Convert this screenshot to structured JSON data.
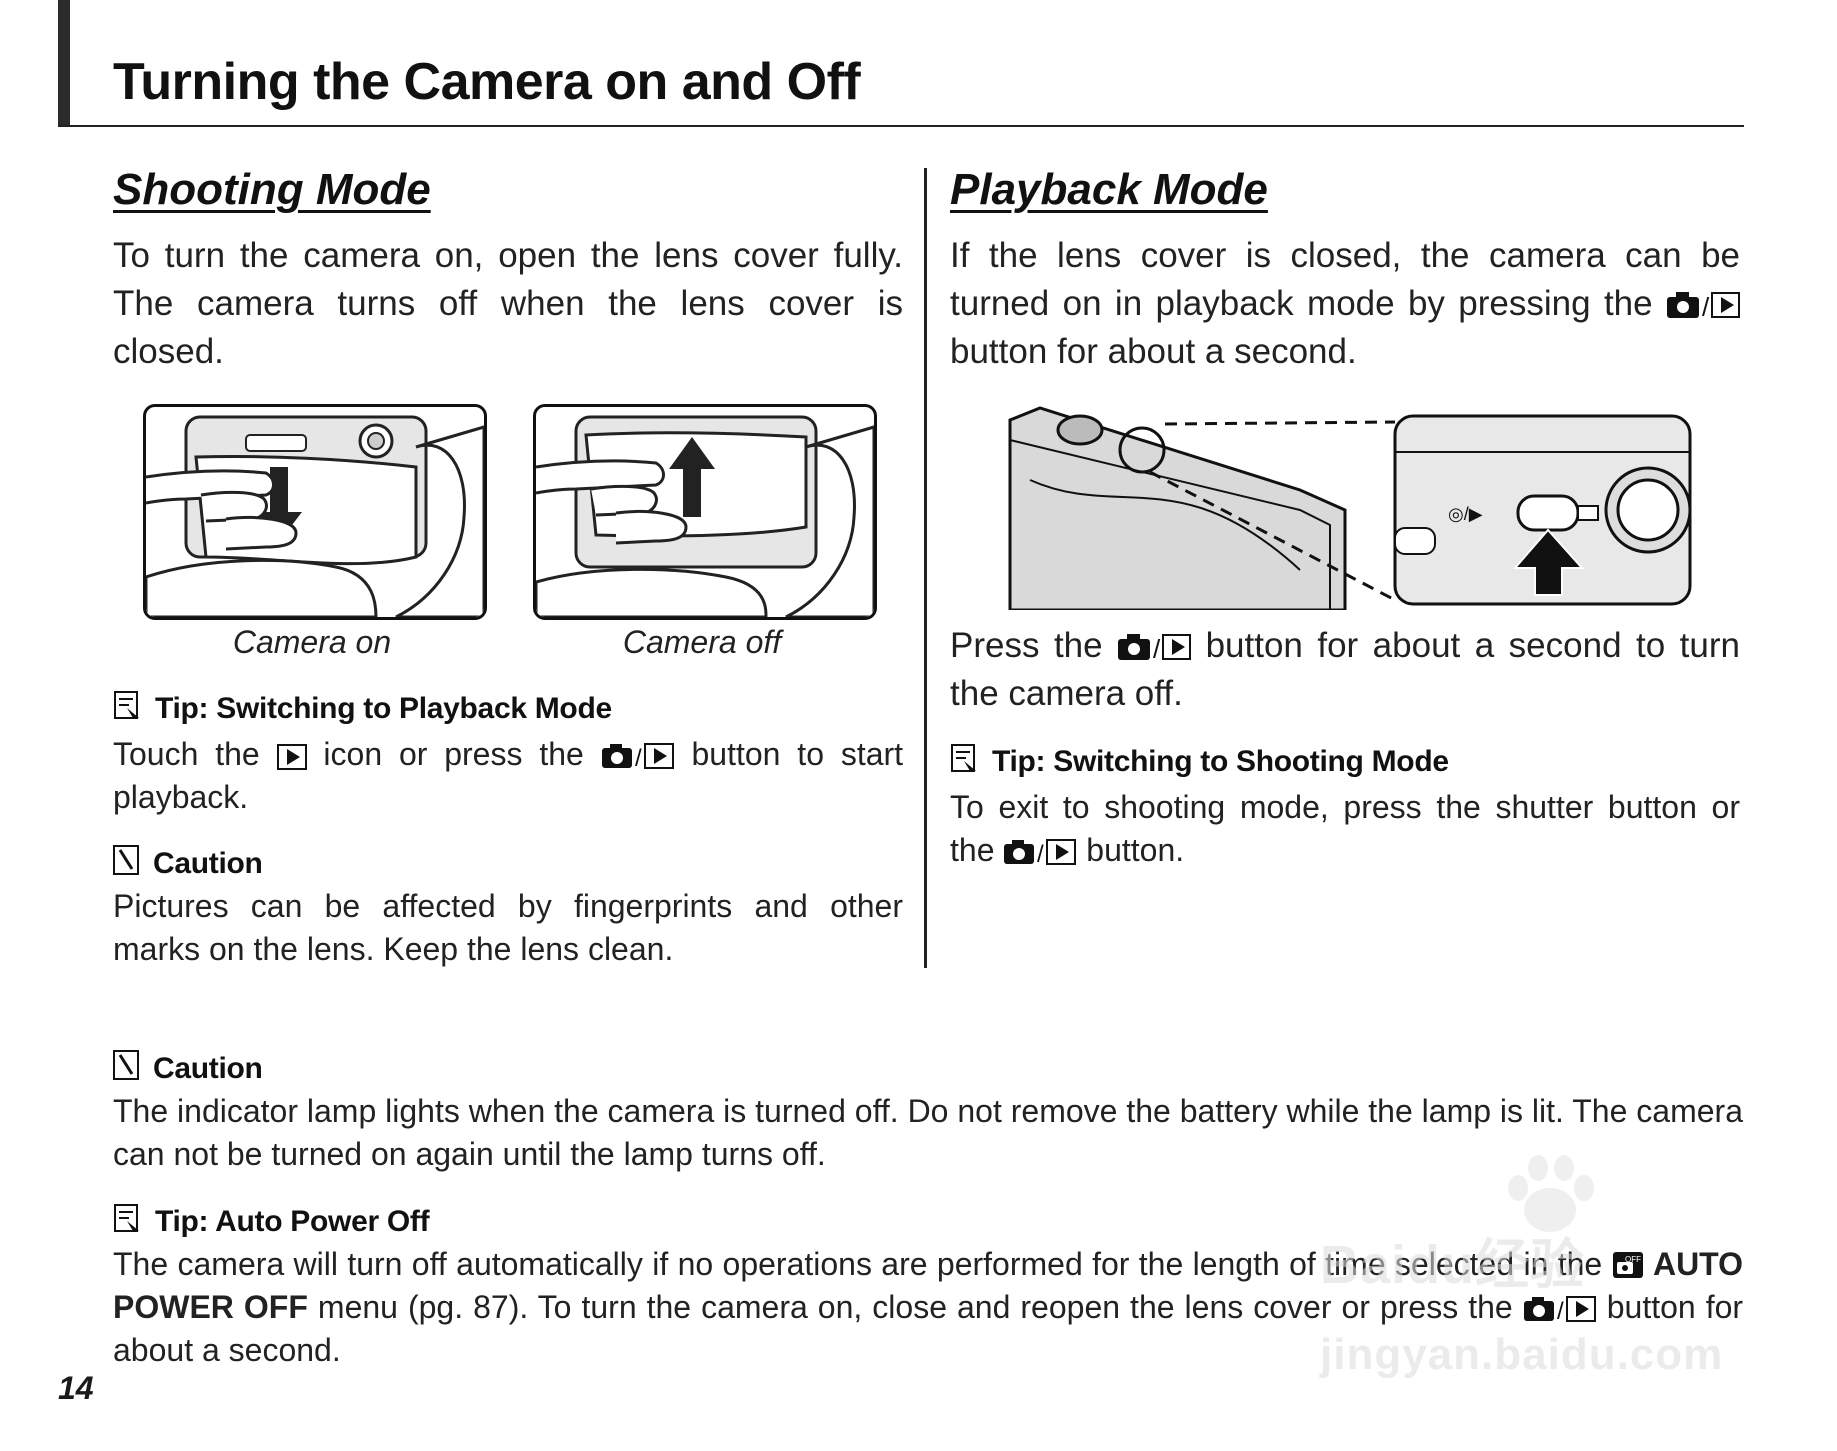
{
  "page": {
    "title": "Turning the Camera on and Off",
    "page_number": "14"
  },
  "shooting": {
    "heading": "Shooting Mode",
    "paragraph": "To turn the camera on, open the lens cover fully.  The camera turns off when the lens cover is closed.",
    "caption_on": "Camera on",
    "caption_off": "Camera off",
    "tip": {
      "title": "Tip: Switching to Playback Mode",
      "text_1": "Touch the",
      "text_2": "icon or press the",
      "text_3": "button to start playback."
    },
    "caution": {
      "title": "Caution",
      "text": "Pictures can be affected by fingerprints and other marks on the lens.  Keep the lens clean."
    }
  },
  "playback": {
    "heading": "Playback Mode",
    "paragraph_1": "If the lens cover is closed, the camera can be turned on in playback mode by pressing the",
    "paragraph_2": "button for about a second.",
    "press_1": "Press the",
    "press_2": "button for about a second to turn the camera off.",
    "tip": {
      "title": "Tip: Switching to Shooting Mode",
      "text_1": "To exit to shooting mode, press the shutter button or the",
      "text_2": "button."
    }
  },
  "bottom_caution": {
    "title": "Caution",
    "text": "The indicator lamp lights when the camera is turned off.  Do not remove the battery while the lamp is lit.  The camera can not be turned on again until the lamp turns off."
  },
  "auto_power_tip": {
    "title": "Tip: Auto Power Off",
    "text_1": "The camera will turn off automatically if no operations are performed for the length of time selected in the",
    "menu_name": "AUTO POWER OFF",
    "text_2": "menu (pg. 87).  To turn the camera on, close and reopen the lens cover or press the",
    "text_3": "button for about a second."
  },
  "watermark": {
    "line_1": "Baidu经验",
    "line_2": "jingyan.baidu.com"
  },
  "icons": {
    "camera_playback": "camera-playback-icon",
    "playback": "playback-icon",
    "tip": "tip-note-icon",
    "caution": "caution-icon",
    "setup_menu": "setup-menu-icon"
  }
}
